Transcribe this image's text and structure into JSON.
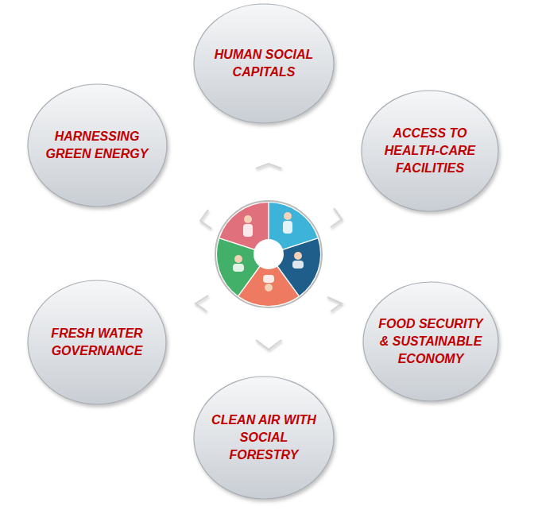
{
  "diagram": {
    "nodes": [
      {
        "text": [
          "HUMAN SOCIAL CAPITALS"
        ]
      },
      {
        "text": [
          "ACCESS TO HEALTH-CARE FACILITIES"
        ]
      },
      {
        "text": [
          "FOOD SECURITY & SUSTAINABLE ECONOMY"
        ]
      },
      {
        "text": [
          "CLEAN AIR WITH SOCIAL FORESTRY"
        ]
      },
      {
        "text": [
          "FRESH WATER GOVERNANCE"
        ]
      },
      {
        "text": [
          "HARNESSING GREEN ENERGY"
        ]
      }
    ]
  }
}
